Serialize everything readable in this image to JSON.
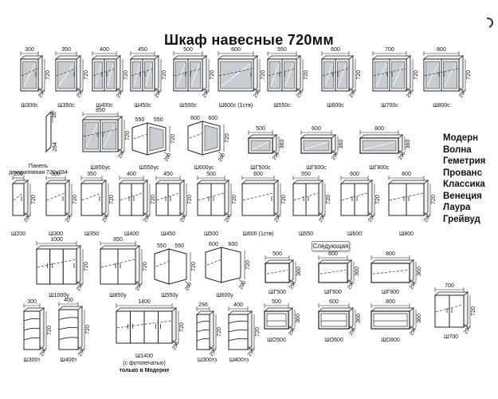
{
  "title": "Шкаф навесные 720мм",
  "next_button": "Следующая",
  "styles": [
    "Модерн",
    "Волна",
    "Геметрия",
    "Прованс",
    "Классика",
    "Венеция",
    "Лаура",
    "Грейвуд"
  ],
  "units": [
    {
      "type": "glass2",
      "w": "300",
      "h": "720",
      "d": "296",
      "label": "Ш300с"
    },
    {
      "type": "glass2",
      "w": "350",
      "h": "720",
      "d": "296",
      "label": "Ш350с"
    },
    {
      "type": "glass2",
      "w": "400",
      "h": "720",
      "d": "296",
      "label": "Ш400с"
    },
    {
      "type": "glass2",
      "w": "450",
      "h": "720",
      "d": "296",
      "label": "Ш450с"
    },
    {
      "type": "glass2",
      "w": "500",
      "h": "720",
      "d": "296",
      "label": "Ш500с"
    },
    {
      "type": "glass2",
      "w": "600",
      "h": "720",
      "d": "296",
      "label": "Ш600с (1ств)"
    },
    {
      "type": "glass2",
      "w": "550",
      "h": "720",
      "d": "296",
      "label": "Ш550с"
    },
    {
      "type": "glass2",
      "w": "600",
      "h": "720",
      "d": "296",
      "label": "Ш600с"
    },
    {
      "type": "glass2",
      "w": "700",
      "h": "720",
      "d": "296",
      "label": "Ш700с"
    },
    {
      "type": "glass2",
      "w": "800",
      "h": "720",
      "d": "296",
      "label": "Ш800с"
    },
    {
      "type": "panel",
      "w": "16",
      "h": "284",
      "d": "",
      "label": "Панель декоративная 720х284"
    },
    {
      "type": "glass2",
      "w": "850",
      "h": "720",
      "d": "296",
      "label": "Ш850ус"
    },
    {
      "type": "corner",
      "w": "550",
      "w2": "550",
      "h": "720",
      "d": "280",
      "label": "Ш550ус"
    },
    {
      "type": "corner",
      "w": "600",
      "w2": "600",
      "h": "720",
      "d": "280",
      "label": "Ш600ус"
    },
    {
      "type": "glassbox",
      "w": "500",
      "h": "360",
      "d": "296",
      "label": "ШГ500с"
    },
    {
      "type": "glassbox",
      "w": "600",
      "h": "360",
      "d": "296",
      "label": "ШГ600с"
    },
    {
      "type": "glassbox",
      "w": "800",
      "h": "360",
      "d": "296",
      "label": "ШГ800с"
    },
    {
      "type": "solid",
      "w": "200",
      "h": "720",
      "d": "296",
      "label": "Ш200"
    },
    {
      "type": "solid",
      "w": "300",
      "h": "720",
      "d": "296",
      "label": "Ш300"
    },
    {
      "type": "solid",
      "w": "350",
      "h": "720",
      "d": "296",
      "label": "Ш350"
    },
    {
      "type": "solid",
      "w": "400",
      "h": "720",
      "d": "296",
      "label": "Ш400"
    },
    {
      "type": "solid",
      "w": "450",
      "h": "720",
      "d": "296",
      "label": "Ш450"
    },
    {
      "type": "solid",
      "w": "500",
      "h": "720",
      "d": "296",
      "label": "Ш500"
    },
    {
      "type": "solid",
      "w": "600",
      "h": "720",
      "d": "296",
      "label": "Ш600 (1ств)"
    },
    {
      "type": "solid",
      "w": "550",
      "h": "720",
      "d": "296",
      "label": "Ш550"
    },
    {
      "type": "solid",
      "w": "600",
      "h": "720",
      "d": "296",
      "label": "Ш600"
    },
    {
      "type": "solid",
      "w": "800",
      "h": "720",
      "d": "296",
      "label": "Ш800"
    },
    {
      "type": "solid",
      "w": "1000",
      "h": "720",
      "d": "296",
      "label": "Ш1000у"
    },
    {
      "type": "solid",
      "w": "850",
      "h": "720",
      "d": "296",
      "label": "Ш850у"
    },
    {
      "type": "cornersolid",
      "w": "550",
      "w2": "550",
      "h": "720",
      "d": "280",
      "label": "Ш550у"
    },
    {
      "type": "cornersolid",
      "w": "600",
      "w2": "600",
      "h": "720",
      "d": "280",
      "label": "Ш600у"
    },
    {
      "type": "box",
      "w": "500",
      "h": "360",
      "d": "296",
      "label": "ШГ500"
    },
    {
      "type": "box",
      "w": "600",
      "h": "360",
      "d": "296",
      "label": "ШГ600"
    },
    {
      "type": "box",
      "w": "800",
      "h": "360",
      "d": "296",
      "label": "ШГ800"
    },
    {
      "type": "solid",
      "w": "700",
      "h": "720",
      "d": "296",
      "label": "Ш700"
    },
    {
      "type": "shelf",
      "w": "300",
      "h": "720",
      "d": "296",
      "label": "Ш300т"
    },
    {
      "type": "shelf",
      "w": "400",
      "h": "720",
      "d": "296",
      "label": "Ш400т"
    },
    {
      "type": "solid",
      "w": "1400",
      "h": "720",
      "d": "296",
      "label": "Ш1400",
      "note": "(с фотопечатью)",
      "note2": "только в Модерне"
    },
    {
      "type": "endshelf",
      "w": "296",
      "h": "720",
      "d": "296",
      "label": "Ш300тз"
    },
    {
      "type": "endshelf",
      "w": "400",
      "h": "720",
      "d": "296",
      "label": "Ш400тз"
    },
    {
      "type": "openbox",
      "w": "500",
      "h": "360",
      "d": "296",
      "label": "ШО500"
    },
    {
      "type": "openbox",
      "w": "600",
      "h": "360",
      "d": "296",
      "label": "ШО600"
    },
    {
      "type": "openbox",
      "w": "800",
      "h": "360",
      "d": "296",
      "label": "ШО800"
    }
  ]
}
